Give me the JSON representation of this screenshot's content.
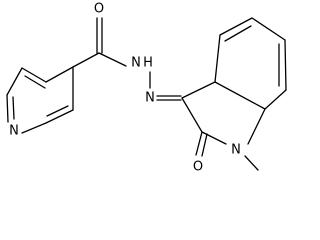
{
  "atom_labels": {
    "carbonyl_oxygen_top": "O",
    "amide_nitrogen": "N",
    "amide_hydrogen": "H",
    "imine_nitrogen": "N",
    "pyridine_nitrogen": "N",
    "lactam_oxygen": "O",
    "indole_nitrogen": "N"
  },
  "colors": {
    "bond": "#000000",
    "label": "#000000",
    "background": "#ffffff"
  }
}
